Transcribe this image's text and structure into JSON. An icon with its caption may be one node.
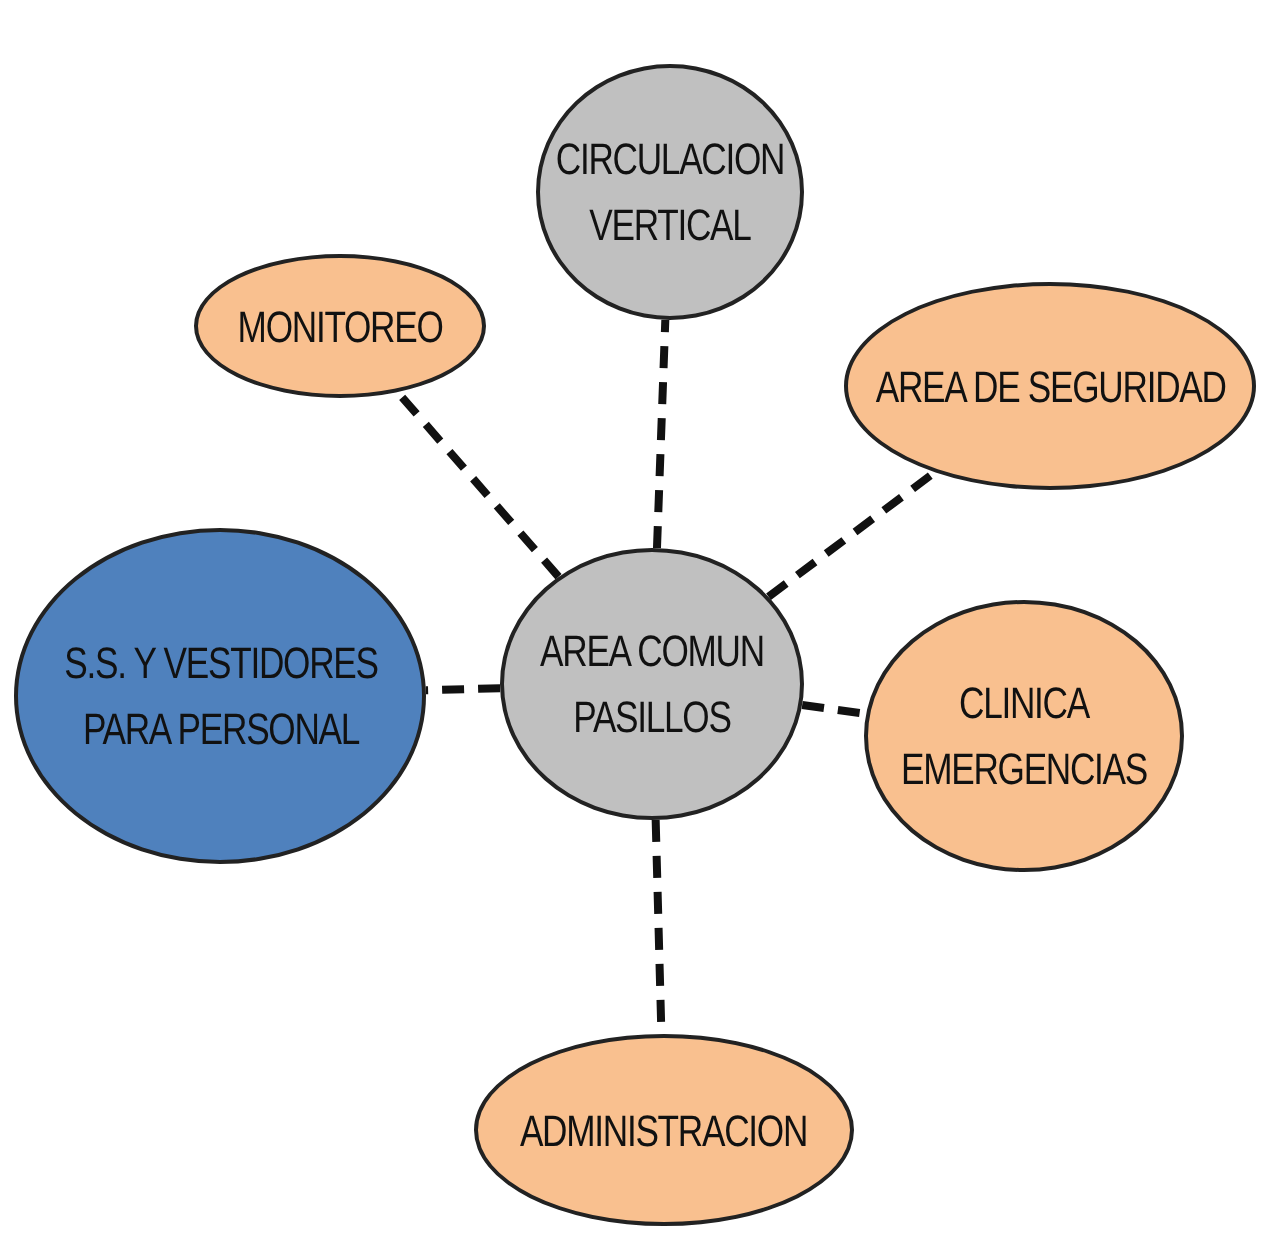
{
  "diagram": {
    "nodes": [
      {
        "text": [
          "CIRCULACION VERTICAL"
        ]
      },
      {
        "text": [
          "MONITOREO"
        ]
      },
      {
        "text": [
          "AREA DE SEGURIDAD"
        ]
      },
      {
        "text": [
          "S.S. Y VESTIDORES PARA PERSONAL"
        ]
      },
      {
        "text": [
          "AREA COMUN PASILLOS"
        ]
      },
      {
        "text": [
          "CLINICA EMERGENCIAS"
        ]
      },
      {
        "text": [
          "ADMINISTRACION"
        ]
      }
    ],
    "edges": [
      {
        "from": 4,
        "to": 0,
        "arrow": "none",
        "style": "dashed"
      },
      {
        "from": 4,
        "to": 1,
        "arrow": "none",
        "style": "dashed"
      },
      {
        "from": 4,
        "to": 2,
        "arrow": "none",
        "style": "dashed"
      },
      {
        "from": 4,
        "to": 3,
        "arrow": "none",
        "style": "dashed"
      },
      {
        "from": 4,
        "to": 5,
        "arrow": "none",
        "style": "dashed"
      },
      {
        "from": 4,
        "to": 6,
        "arrow": "none",
        "style": "dashed"
      }
    ]
  }
}
